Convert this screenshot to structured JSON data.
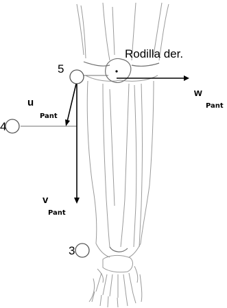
{
  "figure": {
    "title": "Rodilla der.",
    "markers": [
      {
        "id": "5",
        "label": "5"
      },
      {
        "id": "4",
        "label": "4"
      },
      {
        "id": "3",
        "label": "3"
      }
    ],
    "axes": {
      "u": {
        "main": "u",
        "sub": "Pant"
      },
      "v": {
        "main": "v",
        "sub": "Pant"
      },
      "w": {
        "main": "w",
        "sub": "Pant"
      }
    }
  }
}
